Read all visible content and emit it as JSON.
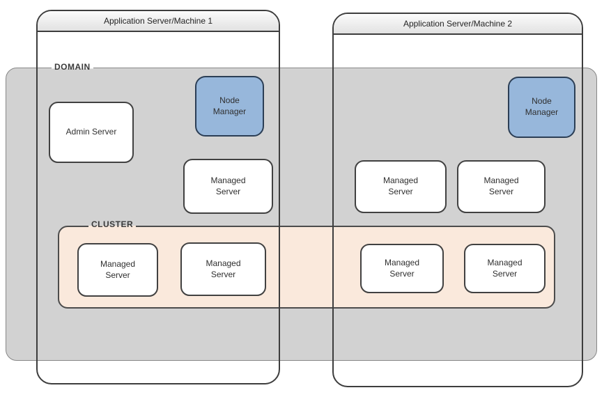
{
  "colors": {
    "domain_fill": "#d2d2d2",
    "cluster_fill": "#fae9dc",
    "node_manager_fill": "#97b7db",
    "node_manager_border": "#2b3e55"
  },
  "domain": {
    "label": "DOMAIN",
    "admin_server_label": "Admin Server"
  },
  "cluster": {
    "label": "CLUSTER"
  },
  "machine1": {
    "header": "Application Server/Machine 1",
    "node_manager_label": "Node Manager",
    "managed_servers": [
      "Managed Server"
    ],
    "cluster_managed_servers": [
      "Managed Server",
      "Managed Server"
    ]
  },
  "machine2": {
    "header": "Application Server/Machine 2",
    "node_manager_label": "Node Manager",
    "managed_servers": [
      "Managed Server",
      "Managed Server"
    ],
    "cluster_managed_servers": [
      "Managed Server",
      "Managed Server"
    ]
  }
}
